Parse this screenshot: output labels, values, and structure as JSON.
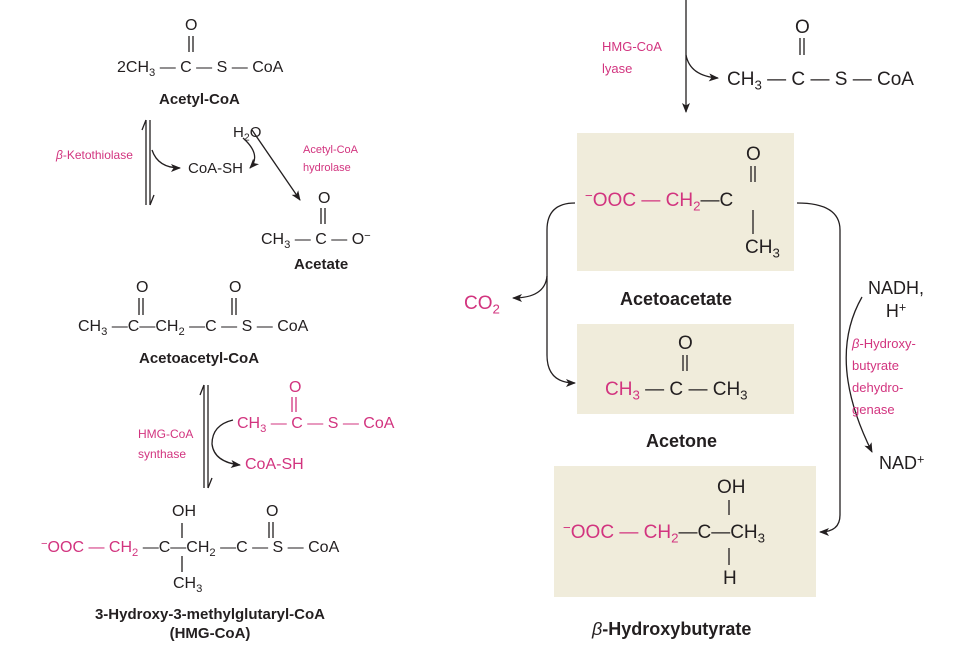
{
  "diagram": {
    "type": "biochemical-pathway",
    "colors": {
      "ink": "#231f20",
      "highlight": "#d2347f",
      "box_fill": "#f0ecdb"
    },
    "left_pathway": {
      "acetyl_coa": {
        "formula": {
          "coef": "2CH",
          "sub1": "3",
          "bond1": "—",
          "c": "C",
          "bond2": "—",
          "s": "S",
          "bond3": "—",
          "coa": "CoA",
          "carbonyl_o": "O"
        },
        "name": "Acetyl-CoA"
      },
      "step1": {
        "enzyme": "-Ketothiolase",
        "enzyme_greek": "β",
        "arrow": "equilibrium",
        "side_product": "CoA-SH",
        "side_reaction": {
          "reactant": {
            "h": "H",
            "sub": "2",
            "o": "O"
          },
          "enzyme_line1": "Acetyl-CoA",
          "enzyme_line2": "hydrolase",
          "product_formula": {
            "ch": "CH",
            "sub": "3",
            "bond1": "—",
            "c": "C",
            "bond2": "—",
            "o": "O",
            "charge": "−",
            "carbonyl_o": "O"
          },
          "product_name": "Acetate"
        }
      },
      "acetoacetyl_coa": {
        "formula": {
          "ch3": "CH",
          "sub3": "3",
          "c1": "C",
          "ch2": "CH",
          "sub2": "2",
          "c2": "C",
          "s": "S",
          "coa": "CoA",
          "bond": "—",
          "carbonyl_o": "O"
        },
        "name": "Acetoacetyl-CoA"
      },
      "step2": {
        "enzyme_line1": "HMG-CoA",
        "enzyme_line2": "synthase",
        "arrow": "equilibrium",
        "co_reactant": {
          "ch": "CH",
          "sub": "3",
          "c": "C",
          "s": "S",
          "coa": "CoA",
          "bond": "—",
          "carbonyl_o": "O"
        },
        "side_product": "CoA-SH"
      },
      "hmg_coa": {
        "formula": {
          "ooc_charge": "−",
          "ooc": "OOC",
          "ch2a": "CH",
          "sub2": "2",
          "c": "C",
          "oh": "OH",
          "ch3": "CH",
          "sub3": "3",
          "ch2b": "CH",
          "c2": "C",
          "s": "S",
          "coa": "CoA",
          "bond": "—",
          "carbonyl_o": "O"
        },
        "name_line1": "3-Hydroxy-3-methylglutaryl-CoA",
        "name_line2": "(HMG-CoA)"
      }
    },
    "right_pathway": {
      "step3": {
        "enzyme_line1": "HMG-CoA",
        "enzyme_line2": "lyase",
        "product": {
          "ch": "CH",
          "sub": "3",
          "c": "C",
          "s": "S",
          "coa": "CoA",
          "bond": "—",
          "carbonyl_o": "O"
        }
      },
      "acetoacetate": {
        "formula": {
          "charge": "−",
          "ooc": "OOC",
          "ch2": "CH",
          "sub2": "2",
          "c": "C",
          "o": "O",
          "ch3": "CH",
          "sub3": "3",
          "bond": "—"
        },
        "name": "Acetoacetate"
      },
      "decarboxylation": {
        "released": {
          "co": "CO",
          "sub": "2"
        }
      },
      "acetone": {
        "formula": {
          "ch3a": "CH",
          "sub3": "3",
          "c": "C",
          "o": "O",
          "ch3b": "CH",
          "bond": "—"
        },
        "name": "Acetone"
      },
      "reduction": {
        "cofactor_in_line1": "NADH,",
        "cofactor_in_line2": "H",
        "cofactor_in_sup": "+",
        "enzyme_greek": "β",
        "enzyme_line1": "-Hydroxy-",
        "enzyme_line2": "butyrate",
        "enzyme_line3": "dehydro-",
        "enzyme_line4": "genase",
        "cofactor_out": "NAD",
        "cofactor_out_sup": "+"
      },
      "beta_hydroxybutyrate": {
        "formula": {
          "charge": "−",
          "ooc": "OOC",
          "ch2": "CH",
          "sub2": "2",
          "c": "C",
          "oh": "OH",
          "h": "H",
          "ch3": "CH",
          "sub3": "3",
          "bond": "—"
        },
        "name_greek": "β",
        "name": "-Hydroxybutyrate"
      }
    }
  }
}
